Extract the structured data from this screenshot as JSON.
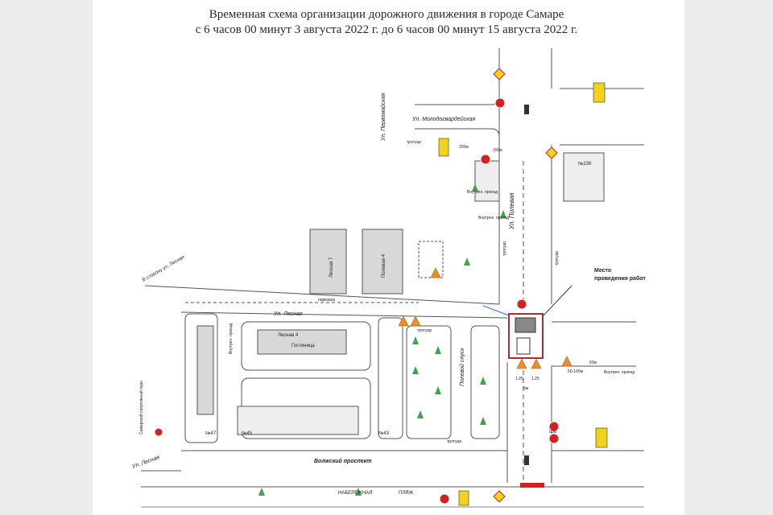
{
  "title": {
    "line1": "Временная схема организации дорожного движения в городе Самаре",
    "line2": "с 6 часов 00 минут 3 августа 2022 г. до 6 часов 00 минут 15 августа 2022 г."
  },
  "streets": {
    "pervomayskaya": "Ул. Первомайская",
    "molodogvardeyskaya": "Ул. Молодогвардейская",
    "polevaya": "Ул. Полевая",
    "lesnaya_top": "Ул. Лесная",
    "lesnaya_bottom": "Ул. Лесная",
    "volzhsky": "Волжский проспект",
    "polevoy_spusk": "Полевой спуск",
    "naberezhnaya": "НАБЕРЕЖНАЯ",
    "plyazh": "ПЛЯЖ",
    "to_stadium": "В сторону ул. Лесная",
    "sportplace": "Самарский спортивный парк"
  },
  "work_site": {
    "label_line1": "Место",
    "label_line2": "проведения работ"
  },
  "buildings": {
    "b23k": "№23К",
    "lesnaya7": "Лесная 7",
    "polevaya4": "Полевая 4",
    "lesnaya4": "Лесная 4",
    "hotel": "Гостиница",
    "n45": "№45",
    "n47": "№47",
    "n43": "№43"
  },
  "labels": {
    "parking": "парковка",
    "sidewalk": "тротуар",
    "sidewalk2": "тротуар",
    "sidewalk3": "тротуар",
    "sidewalk4": "тротуар",
    "sidewalk5": "тротуар",
    "passage1": "Внутрен. проезд",
    "passage2": "Внутрен. проезд",
    "passage3": "Внутрен. проезд",
    "passage4": "Внутрен. проезд",
    "sign_2006": "200м",
    "sign_200b": "200м",
    "sign_50m": "50м",
    "sign_50m2": "50м",
    "dist_5": "5м",
    "dist_50100": "50-100м",
    "dist_125": "1.25",
    "dist_125b": "1.25"
  },
  "colors": {
    "sign_red": "#d32020",
    "sign_yellow": "#f2d21b",
    "sign_orange": "#e8902a",
    "tree": "#3aa54a",
    "arrow": "#2f6fd1",
    "road": "#555555"
  }
}
